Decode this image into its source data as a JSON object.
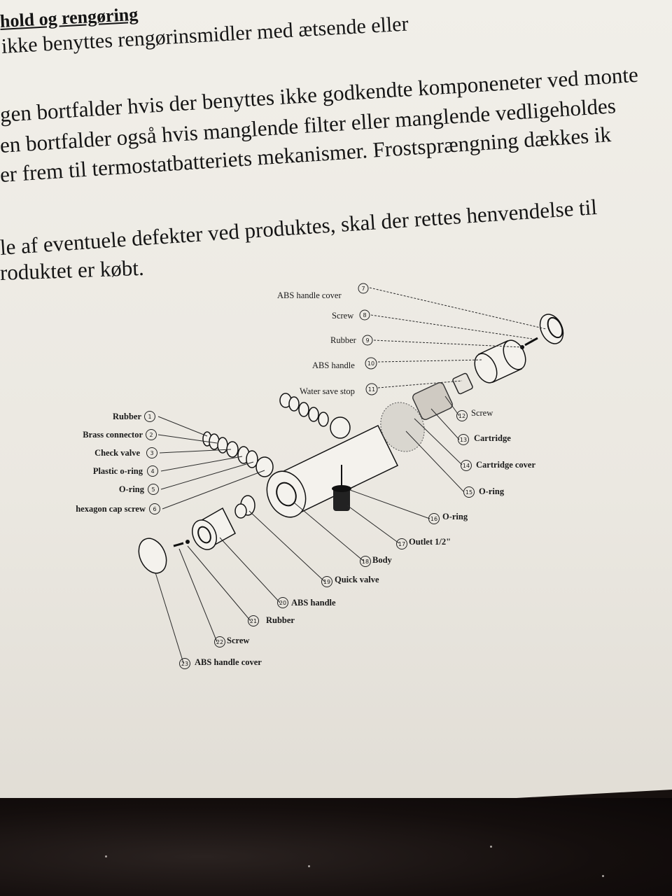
{
  "text_lines": [
    "hold og rengøring",
    "ikke benyttes rengørinsmidler med ætsende eller",
    "gen bortfalder hvis der benyttes ikke godkendte komponeneter ved monte",
    "en bortfalder også hvis manglende filter eller manglende vedligeholdes",
    "er frem til termostatbatteriets mekanismer. Frostsprængning dækkes ik",
    "le af eventuele defekter ved produktes, skal der rettes henvendelse til",
    "roduktet er købt."
  ],
  "diagram": {
    "labels_top": [
      {
        "text": "ABS handle cover",
        "num": "7"
      },
      {
        "text": "Screw",
        "num": "8"
      },
      {
        "text": "Rubber",
        "num": "9"
      },
      {
        "text": "ABS handle",
        "num": "10"
      },
      {
        "text": "Water save stop",
        "num": "11"
      }
    ],
    "labels_left": [
      {
        "text": "Rubber",
        "num": "1"
      },
      {
        "text": "Brass connector",
        "num": "2"
      },
      {
        "text": "Check valve",
        "num": "3"
      },
      {
        "text": "Plastic o-ring",
        "num": "4"
      },
      {
        "text": "O-ring",
        "num": "5"
      },
      {
        "text": "hexagon cap screw",
        "num": "6"
      }
    ],
    "labels_right": [
      {
        "text": "Screw",
        "num": "12"
      },
      {
        "text": "Cartridge",
        "num": "13"
      },
      {
        "text": "Cartridge cover",
        "num": "14"
      },
      {
        "text": "O-ring",
        "num": "15"
      },
      {
        "text": "O-ring",
        "num": "16"
      },
      {
        "text": "Outlet 1/2\"",
        "num": "17"
      }
    ],
    "labels_bottom": [
      {
        "text": "Body",
        "num": "18"
      },
      {
        "text": "Quick valve",
        "num": "19"
      },
      {
        "text": "ABS handle",
        "num": "20"
      },
      {
        "text": "Rubber",
        "num": "21"
      },
      {
        "text": "Screw",
        "num": "22"
      },
      {
        "text": "ABS handle cover",
        "num": "23"
      }
    ]
  },
  "colors": {
    "paper": "#ece9e2",
    "ink": "#151515",
    "background": "#17110f"
  }
}
